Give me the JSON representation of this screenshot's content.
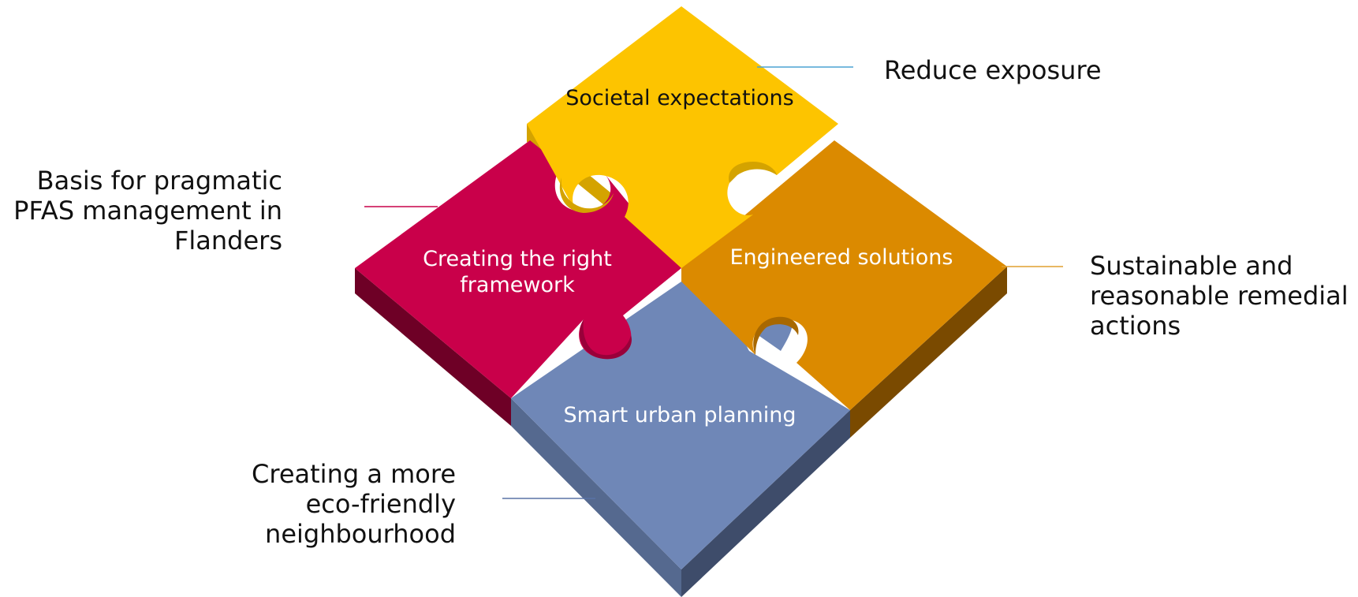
{
  "pieces": {
    "top": {
      "label": "Societal expectations",
      "color": "#FDC400",
      "side_dark": "#A67F00",
      "side_light": "#D4A300",
      "text_color": "#111111"
    },
    "left": {
      "label_lines": [
        "Creating the right",
        "framework"
      ],
      "color": "#C9004A",
      "side_dark": "#6E0026",
      "side_light": "#99003A",
      "text_color": "#FFFFFF"
    },
    "right": {
      "label": "Engineered solutions",
      "color": "#DB8A00",
      "side_dark": "#7A4A00",
      "side_light": "#A86800",
      "text_color": "#FFFFFF"
    },
    "bottom": {
      "label": "Smart urban planning",
      "color": "#6F87B7",
      "side_dark": "#3E4C6A",
      "side_light": "#55698F",
      "text_color": "#FFFFFF"
    }
  },
  "callouts": {
    "top": {
      "lines": [
        "Reduce exposure"
      ],
      "line_color": "#4BA3D3"
    },
    "left": {
      "lines": [
        "Basis for pragmatic",
        "PFAS management in",
        "Flanders"
      ],
      "line_color": "#C9004A"
    },
    "right": {
      "lines": [
        "Sustainable and",
        "reasonable remedial",
        "actions"
      ],
      "line_color": "#E0A030"
    },
    "bottom": {
      "lines": [
        "Creating a more",
        "eco-friendly",
        "neighbourhood"
      ],
      "line_color": "#5A73A6"
    }
  }
}
